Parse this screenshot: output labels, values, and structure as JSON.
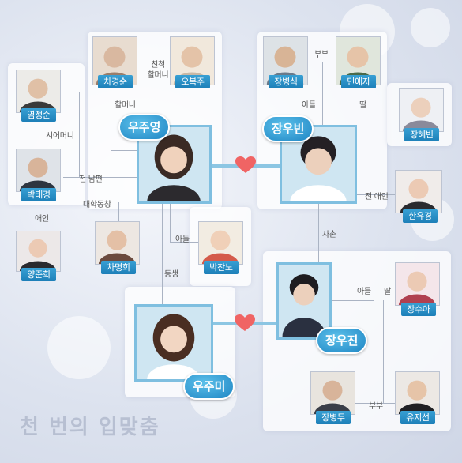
{
  "people": {
    "cha_gyeongsun": "차경순",
    "oh_bokju": "오복주",
    "jang_byeongsik": "장병식",
    "min_aeja": "민애자",
    "yeom_jeongsun": "염정순",
    "jang_hyebin": "장혜빈",
    "park_taegyeong": "박태경",
    "han_yugyeong": "한유경",
    "yang_junhui": "양준희",
    "cha_myeonghui": "차명희",
    "park_channo": "박찬노",
    "jang_sua": "장수아",
    "jang_byeongdu": "장병두",
    "yu_jiseon": "유지선"
  },
  "leads": {
    "woo_juyeong": "우주영",
    "jang_woobin": "장우빈",
    "woo_jumi": "우주미",
    "jang_wujin": "장우진"
  },
  "relations": {
    "in_law_grandma": "친척\n할머니",
    "grandma": "할머니",
    "couple_top": "부부",
    "son_top": "아들",
    "daughter_top": "딸",
    "mother_in_law": "시어머니",
    "ex_husband": "전 남편",
    "college_senior": "대학동창",
    "lover": "애인",
    "son_mid": "아들",
    "ex_lover": "전 애인",
    "cousin": "사촌",
    "sister": "동생",
    "son_bottom": "아들",
    "daughter_bottom": "딸",
    "couple_bottom": "부부"
  },
  "logo": {
    "text": "천 번의 입맞춤"
  },
  "colors": {
    "label_bg": "#2a8fc8",
    "heart": "#f06464",
    "connector": "#8cc6e3",
    "line": "#aab3c3"
  }
}
